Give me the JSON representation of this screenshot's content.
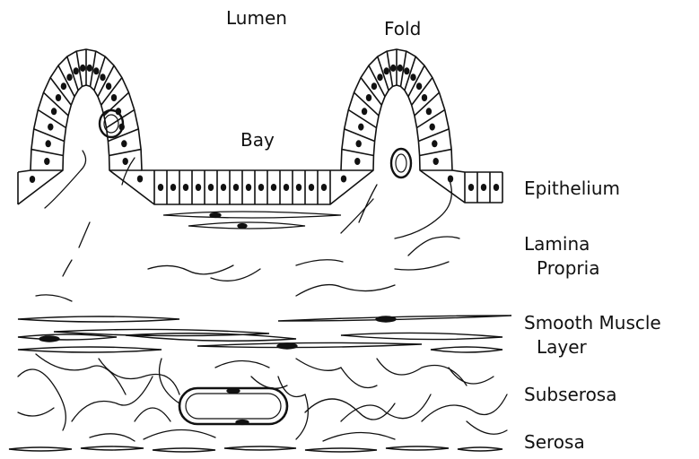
{
  "labels": {
    "lumen": "Lumen",
    "fold": "Fold",
    "bay": "Bay",
    "epithelium": "Epithelium",
    "lamina_propria_1": "Lamina",
    "lamina_propria_2": "Propria",
    "smooth_muscle_1": "Smooth Muscle",
    "smooth_muscle_2": "Layer",
    "subserosa": "Subserosa",
    "serosa": "Serosa"
  },
  "colors": {
    "ink": "#111111",
    "background": "#ffffff"
  }
}
